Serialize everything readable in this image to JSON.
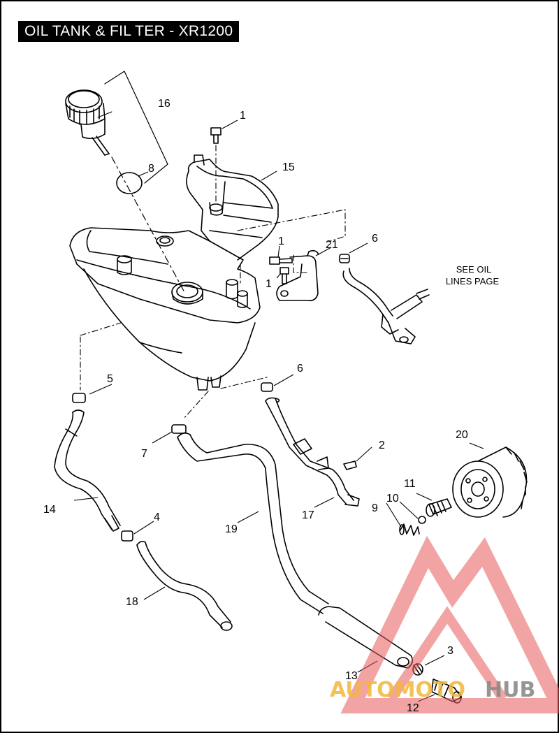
{
  "title": "OIL TANK & FIL TER - XR1200",
  "callouts": {
    "c1a": "1",
    "c1b": "1",
    "c1c": "1",
    "c2": "2",
    "c3": "3",
    "c4": "4",
    "c5": "5",
    "c6a": "6",
    "c6b": "6",
    "c7": "7",
    "c8": "8",
    "c9": "9",
    "c10": "10",
    "c11": "11",
    "c12": "12",
    "c13": "13",
    "c14": "14",
    "c15": "15",
    "c16": "16",
    "c17": "17",
    "c18": "18",
    "c19": "19",
    "c20": "20",
    "c21": "21"
  },
  "note": {
    "line1": "SEE OIL",
    "line2": "LINES PAGE"
  },
  "watermark": {
    "part1": "AUTOMOTO",
    "part2": "HUB",
    "color1": "#f2b83a",
    "color2": "#8a8a8a",
    "logo_color": "#e85a5a"
  }
}
